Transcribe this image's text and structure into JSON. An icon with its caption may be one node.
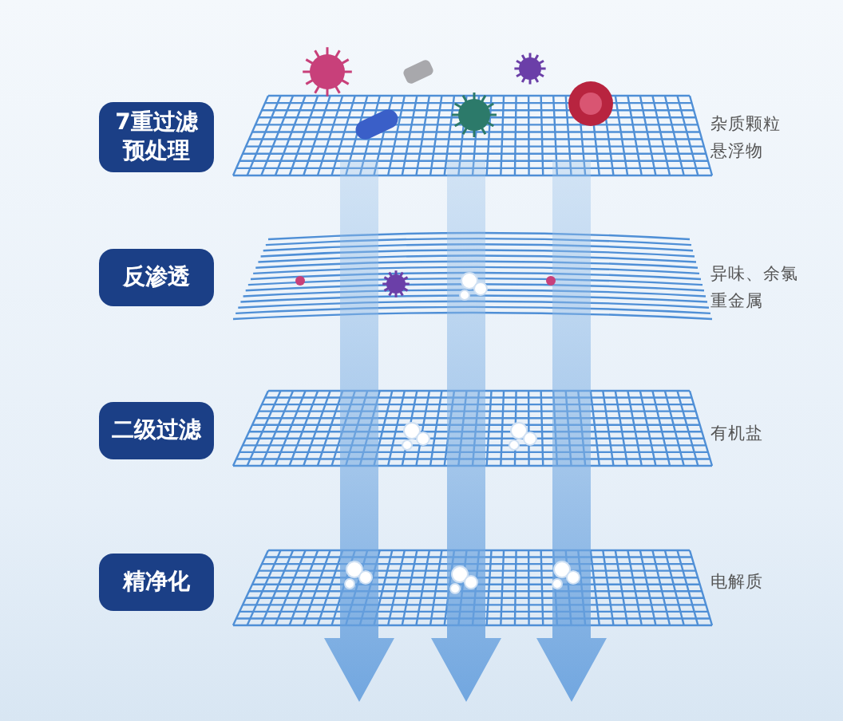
{
  "diagram": {
    "nodes": [
      {
        "text": [
          "7重过滤预处理"
        ]
      },
      {
        "text": [
          "反渗透"
        ]
      },
      {
        "text": [
          "二级过滤"
        ]
      },
      {
        "text": [
          "精净化"
        ]
      }
    ],
    "labels": [
      "杂质颗粒悬浮物",
      "异味、余氯重金属",
      "有机盐",
      "电解质"
    ]
  }
}
